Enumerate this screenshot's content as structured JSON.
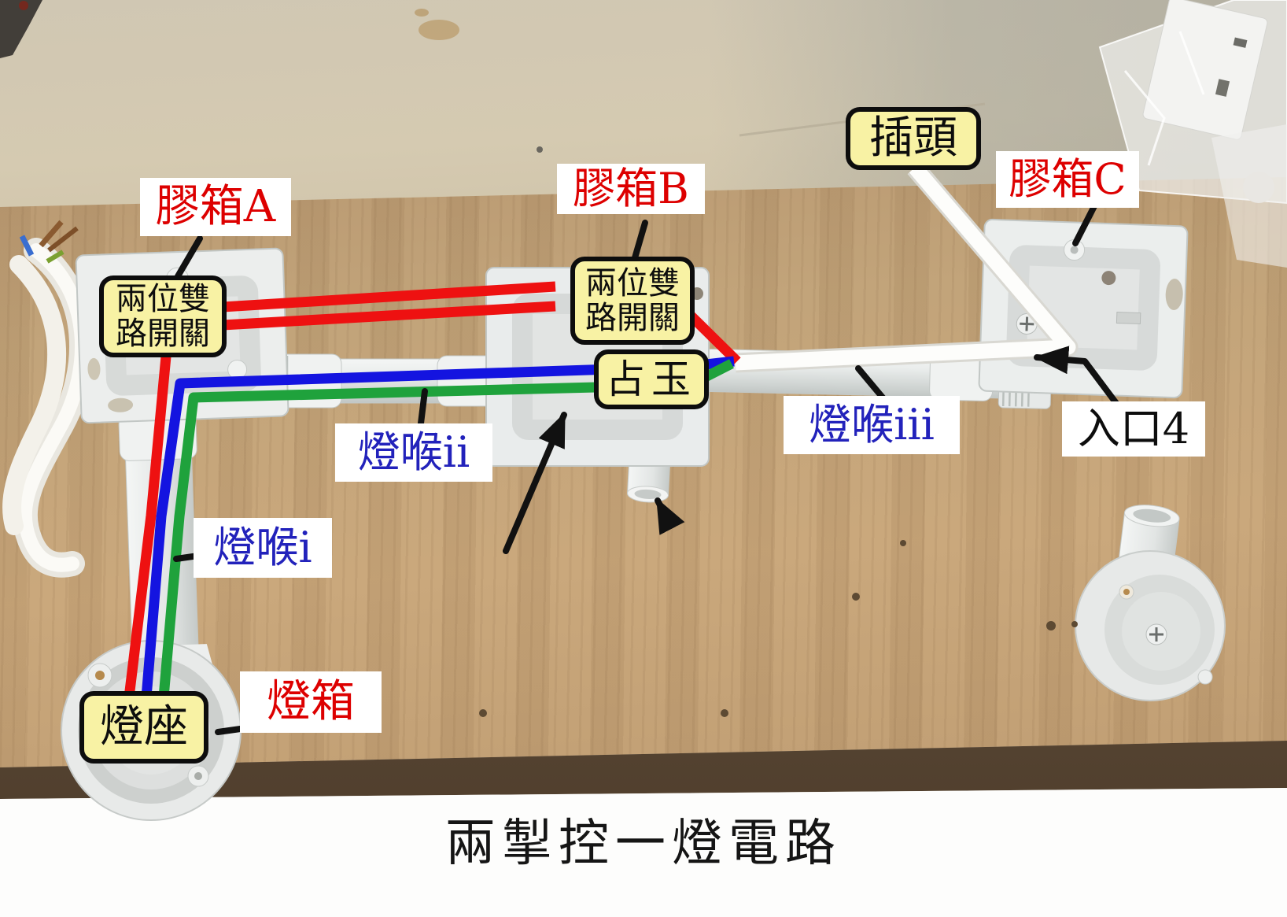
{
  "title": "兩掣控一燈電路",
  "labels": {
    "box_a": "膠箱A",
    "box_b": "膠箱B",
    "box_c": "膠箱C",
    "switch_a": {
      "line1": "兩位雙",
      "line2": "路開關"
    },
    "switch_b": {
      "line1": "兩位雙",
      "line2": "路開關"
    },
    "junction": "占玉",
    "plug": "插頭",
    "conduit_i": "燈喉i",
    "conduit_ii": "燈喉ii",
    "conduit_iii": "燈喉iii",
    "entry_4": "入口4",
    "lamp_holder": "燈座",
    "lamp_box": "燈箱"
  },
  "colors": {
    "wire_red": "#ee1111",
    "wire_blue": "#1414e0",
    "wire_green": "#1fa23c",
    "plug_cable_white": "#fdfdfb",
    "label_red_text": "#dd0000",
    "label_blue_text": "#2222bb",
    "label_black_text": "#0d0d0d",
    "label_yellow_bg": "#f8f2a4",
    "annotation_black": "#111111"
  }
}
